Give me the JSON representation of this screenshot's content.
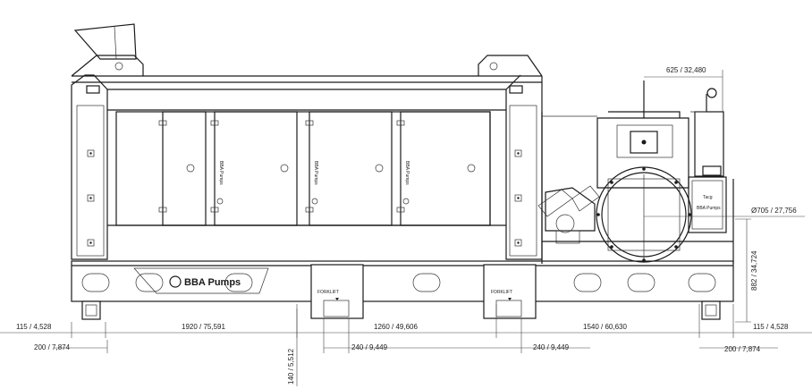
{
  "brand": {
    "name": "BBA Pumps",
    "panel_label": "BBA Pumps"
  },
  "labels": {
    "forklift": "FORKLIFT",
    "panel_text_1": "Tacg",
    "panel_text_2": "BBA Pumps"
  },
  "dimensions": {
    "top_width": "625 / 32,480",
    "diameter": "Ø705 / 27,756",
    "height": "882 / 34,724",
    "left_overhang": "115 / 4,528",
    "right_overhang": "115 / 4,528",
    "left_outer": "200 / 7,874",
    "right_outer": "200 / 7,874",
    "span_1": "1920 / 75,591",
    "span_2": "1260 / 49,606",
    "span_3": "1540 / 60,630",
    "fork_width_1": "240 / 9,449",
    "fork_width_2": "240 / 9,449",
    "fork_height": "140 / 5,512"
  }
}
